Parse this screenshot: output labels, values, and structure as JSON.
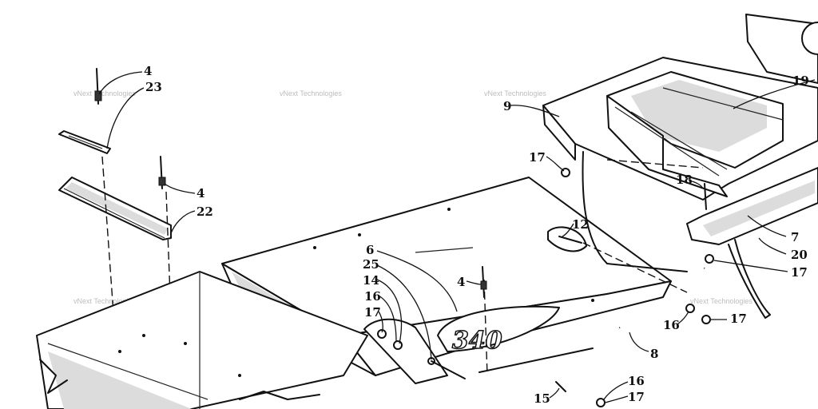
{
  "diagram": {
    "callouts": [
      {
        "id": "c4a",
        "label": "4"
      },
      {
        "id": "c23",
        "label": "23"
      },
      {
        "id": "c4b",
        "label": "4"
      },
      {
        "id": "c22",
        "label": "22"
      },
      {
        "id": "c9",
        "label": "9"
      },
      {
        "id": "c19",
        "label": "19"
      },
      {
        "id": "c17a",
        "label": "17"
      },
      {
        "id": "c18",
        "label": "18"
      },
      {
        "id": "c12",
        "label": "12"
      },
      {
        "id": "c7",
        "label": "7"
      },
      {
        "id": "c20",
        "label": "20"
      },
      {
        "id": "c17b",
        "label": "17"
      },
      {
        "id": "c6",
        "label": "6"
      },
      {
        "id": "c25",
        "label": "25"
      },
      {
        "id": "c14",
        "label": "14"
      },
      {
        "id": "c16a",
        "label": "16"
      },
      {
        "id": "c17c",
        "label": "17"
      },
      {
        "id": "c4c",
        "label": "4"
      },
      {
        "id": "c16b",
        "label": "16"
      },
      {
        "id": "c17d",
        "label": "17"
      },
      {
        "id": "c8",
        "label": "8"
      },
      {
        "id": "c16c",
        "label": "16"
      },
      {
        "id": "c15",
        "label": "15"
      },
      {
        "id": "c17e",
        "label": "17"
      }
    ],
    "hood_logo": "340",
    "watermark": "vNext Technologies"
  }
}
